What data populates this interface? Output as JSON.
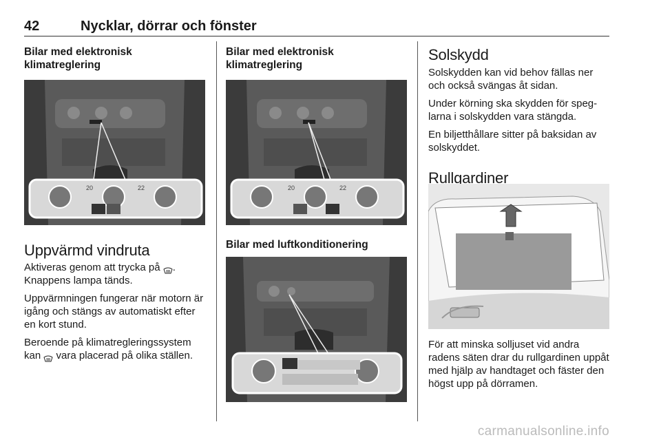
{
  "header": {
    "page_number": "42",
    "section_title": "Nycklar, dörrar och fönster"
  },
  "col1": {
    "subhead": "Bilar med elektronisk klimatreglering",
    "heading": "Uppvärmd vindruta",
    "p1_before_icon": "Aktiveras genom att trycka på",
    "p1_after_icon": ".",
    "p1_line2": "Knappens lampa tänds.",
    "p2": "Uppvärmningen fungerar när motorn är igång och stängs av automatiskt efter en kort stund.",
    "p3_before_icon": "Beroende på klimatregleringssystem kan",
    "p3_after_icon": "vara placerad på olika ställen."
  },
  "col2": {
    "subhead1": "Bilar med elektronisk klimatreglering",
    "subhead2": "Bilar med luftkonditionering"
  },
  "col3": {
    "heading1": "Solskydd",
    "p1": "Solskydden kan vid behov fällas ner och också svängas åt sidan.",
    "p2": "Under körning ska skydden för speg­larna i solskydden vara stängda.",
    "p3": "En biljetthållare sitter på baksidan av solskyddet.",
    "heading2": "Rullgardiner",
    "p4": "För att minska solljuset vid andra radens säten drar du rullgardinen uppåt med hjälp av handtaget och fäster den högst upp på dörramen."
  },
  "figures": {
    "climate_left_temp": "20",
    "climate_right_temp": "22"
  },
  "watermark": "carmanualsonline.info",
  "icons": {
    "defrost": "windscreen-defrost-icon"
  }
}
